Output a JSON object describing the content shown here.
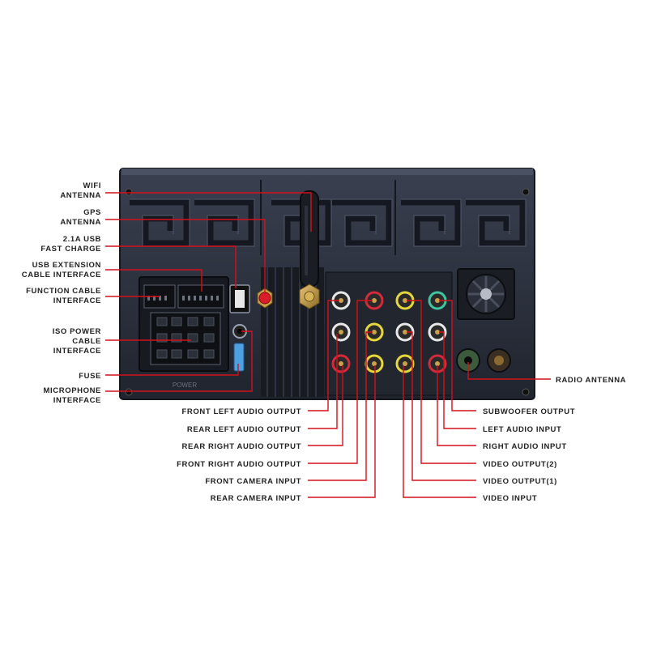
{
  "labels": {
    "left": [
      [
        "WIFI",
        "ANTENNA"
      ],
      [
        "GPS",
        "ANTENNA"
      ],
      [
        "2.1A USB",
        "FAST CHARGE"
      ],
      [
        "USB EXTENSION",
        "CABLE INTERFACE"
      ],
      [
        "FUNCTION CABLE",
        "INTERFACE"
      ],
      [
        "ISO POWER",
        "CABLE",
        "INTERFACE"
      ],
      [
        "FUSE"
      ],
      [
        "MICROPHONE",
        "INTERFACE"
      ]
    ],
    "bottom_left": [
      "FRONT LEFT AUDIO OUTPUT",
      "REAR LEFT AUDIO OUTPUT",
      "REAR RIGHT AUDIO OUTPUT",
      "FRONT RIGHT AUDIO OUTPUT",
      "FRONT CAMERA INPUT",
      "REAR CAMERA INPUT"
    ],
    "bottom_right": [
      "SUBWOOFER OUTPUT",
      "LEFT AUDIO INPUT",
      "RIGHT AUDIO INPUT",
      "VIDEO OUTPUT(2)",
      "VIDEO OUTPUT(1)",
      "VIDEO INPUT"
    ],
    "right": "RADIO ANTENNA"
  },
  "device": {
    "power_stamp": "POWER"
  },
  "colors": {
    "leader": "#d4101a",
    "housing": "#2b303d",
    "rca_white": "#e8e8e8",
    "rca_red": "#d42a3a",
    "rca_yellow": "#e6d83c",
    "rca_green": "#3fc5a0",
    "antenna_gold": "#c9a24a",
    "fuse_blue": "#4fa0e0"
  }
}
